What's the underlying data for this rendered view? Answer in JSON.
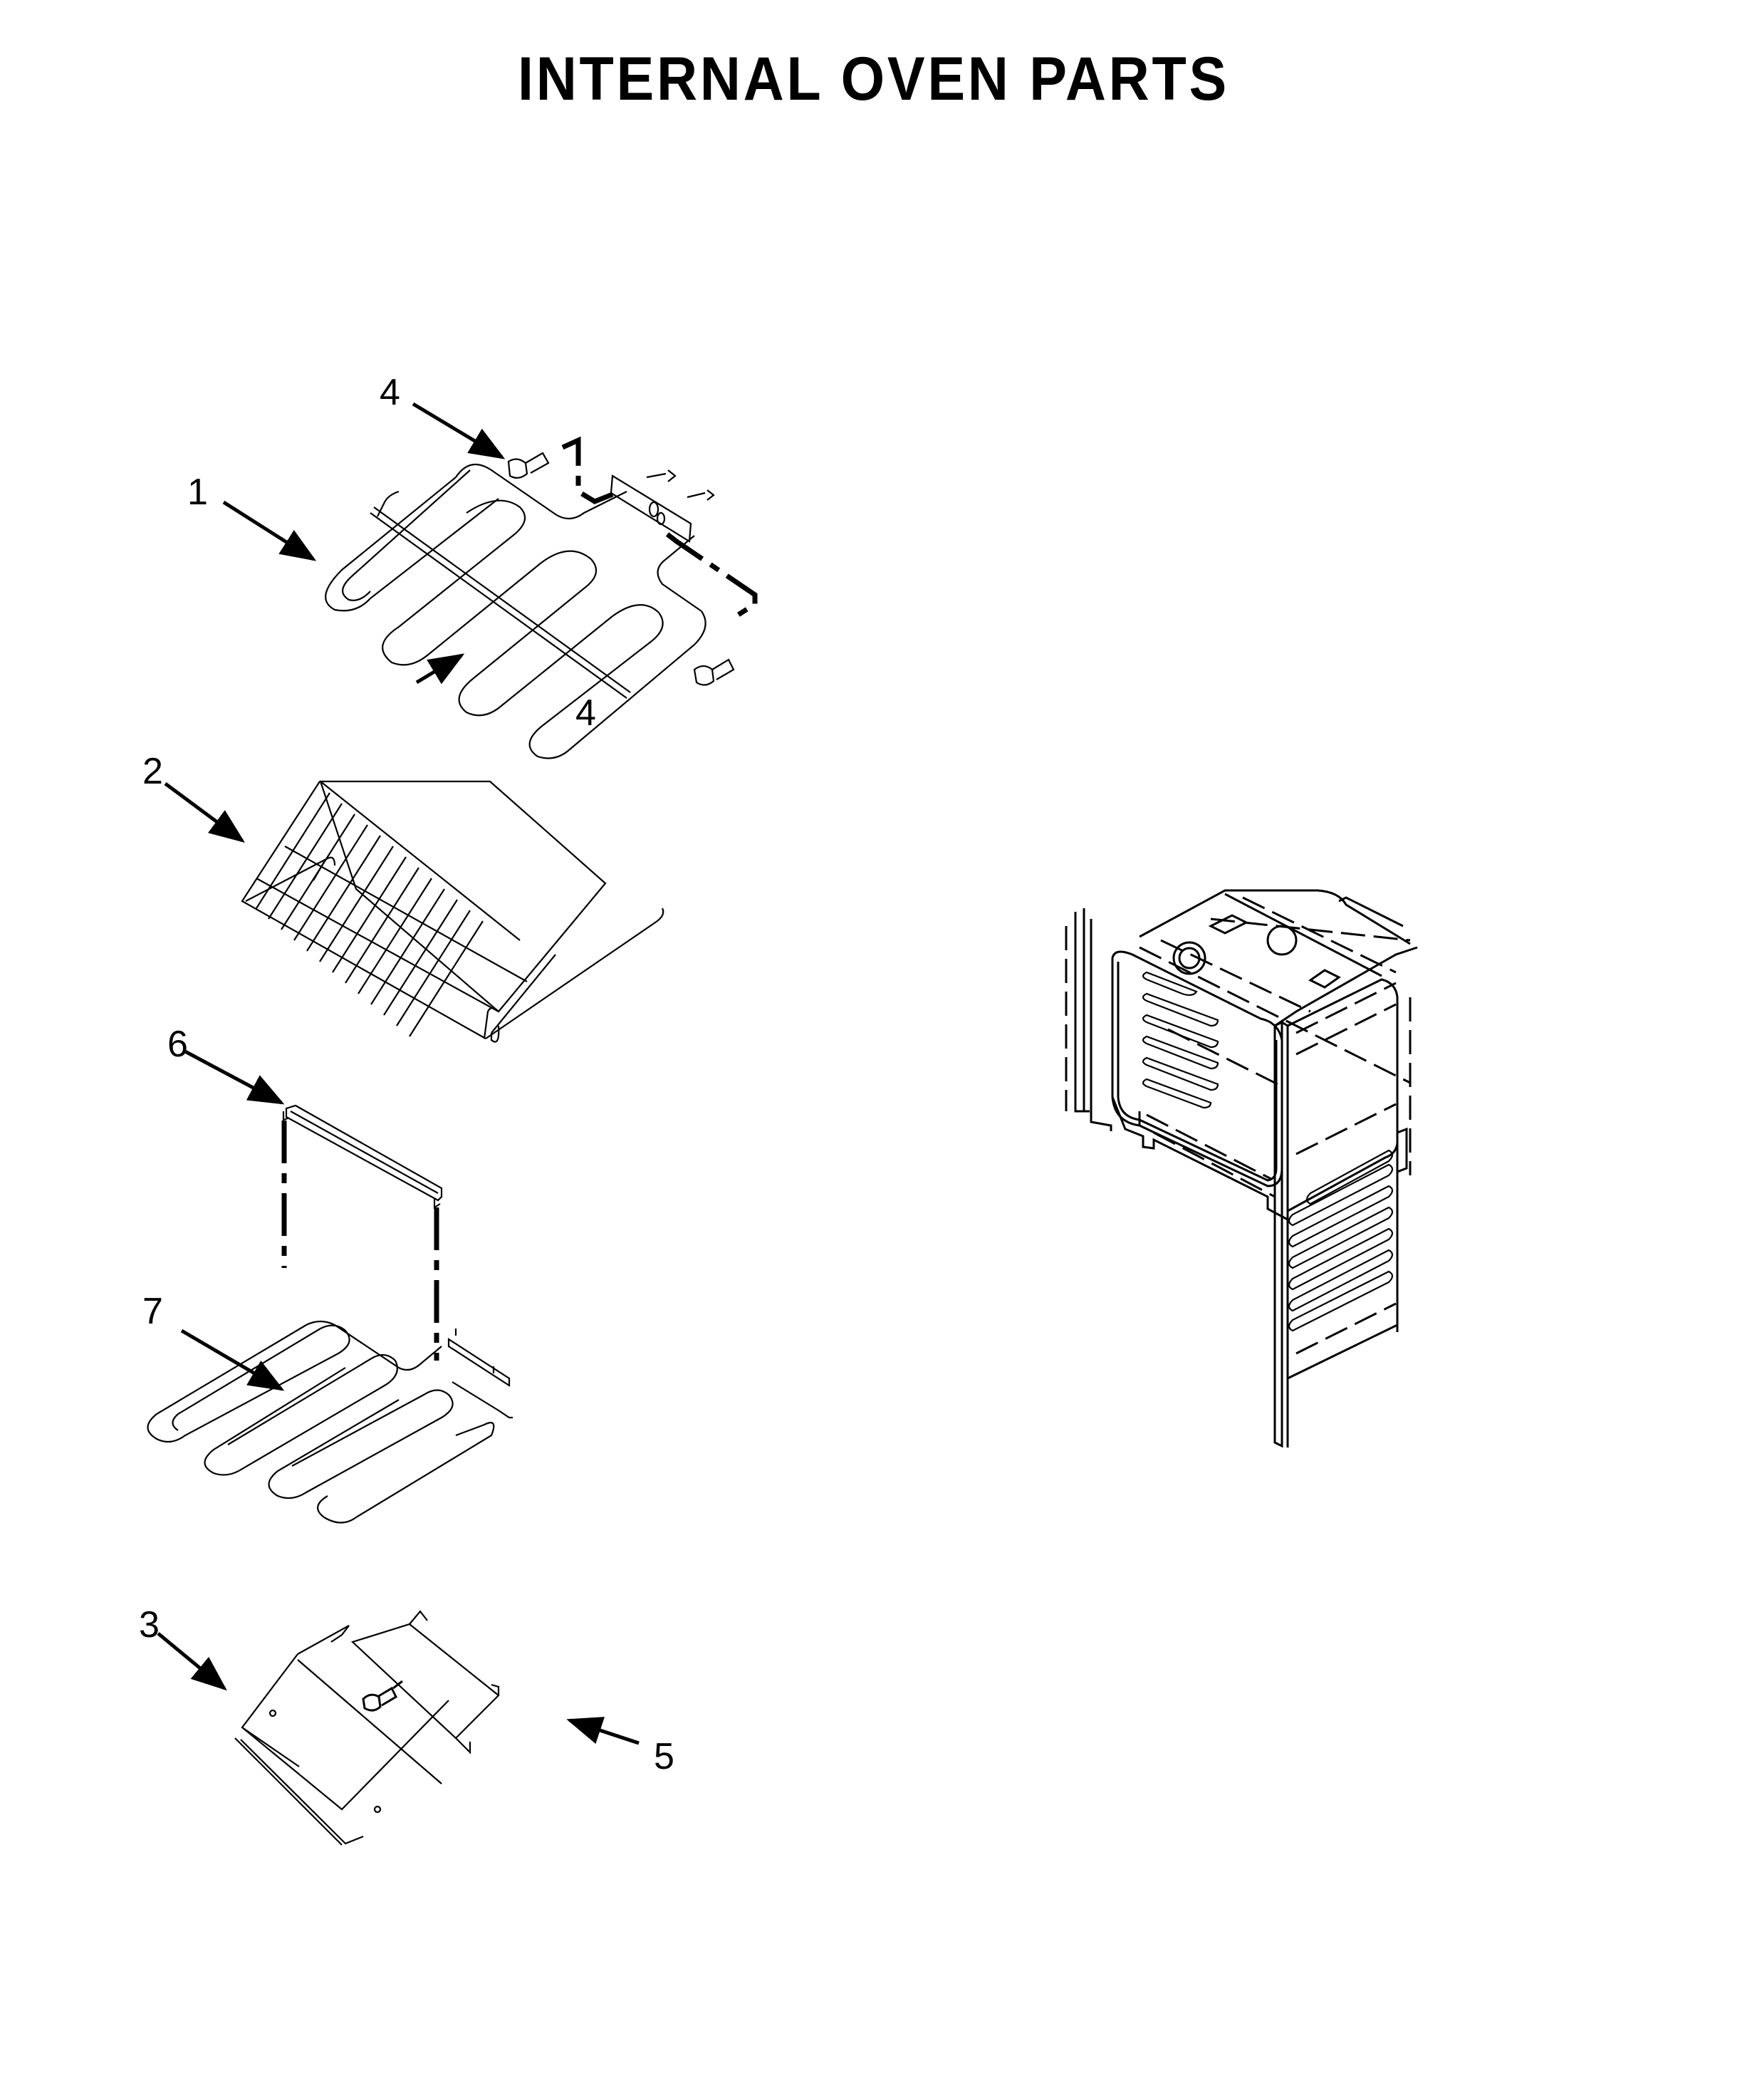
{
  "title": "INTERNAL OVEN PARTS",
  "callouts": [
    {
      "id": "c1",
      "label": "1",
      "part": "broil-element"
    },
    {
      "id": "c4a",
      "label": "4",
      "part": "screw-top"
    },
    {
      "id": "c4b",
      "label": "4",
      "part": "screw-bottom"
    },
    {
      "id": "c2",
      "label": "2",
      "part": "oven-rack"
    },
    {
      "id": "c6",
      "label": "6",
      "part": "element-shield"
    },
    {
      "id": "c7",
      "label": "7",
      "part": "bake-element"
    },
    {
      "id": "c3",
      "label": "3",
      "part": "bottom-panel"
    },
    {
      "id": "c5",
      "label": "5",
      "part": "panel-screw"
    }
  ],
  "colors": {
    "ink": "#000000",
    "background": "#ffffff"
  }
}
